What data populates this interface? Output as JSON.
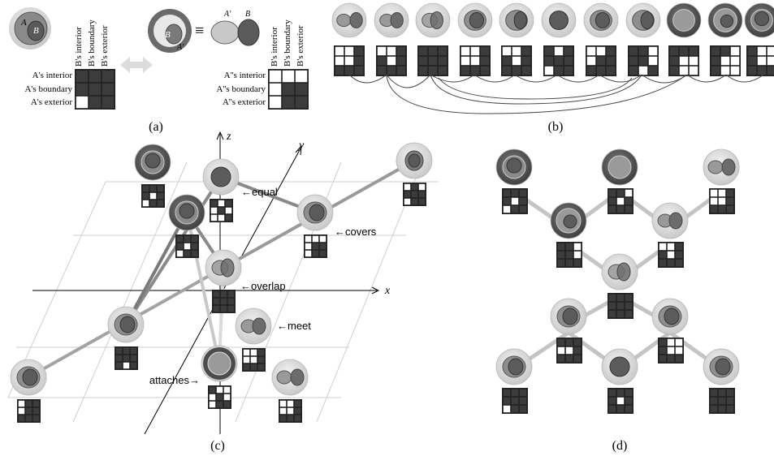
{
  "panels": {
    "a": {
      "caption": "(a)",
      "region_a_label": "A",
      "region_b_label": "B",
      "complement_label": "A'",
      "complement_label_top": "A'",
      "equiv_symbol": "≡",
      "left_columns": [
        "B's interior",
        "B's boundary",
        "B's exterior"
      ],
      "left_rows": [
        "A's interior",
        "A's boundary",
        "A's exterior"
      ],
      "right_columns": [
        "B's interior",
        "B's boundary",
        "B's exterior"
      ],
      "right_rows": [
        "A''s interior",
        "A''s boundary",
        "A''s exterior"
      ]
    },
    "b": {
      "caption": "(b)"
    },
    "c": {
      "caption": "(c)",
      "axis_x": "x",
      "axis_y": "y",
      "axis_z": "z",
      "label_equal": "←equal",
      "label_covers": "←covers",
      "label_overlap": "←overlap",
      "label_meet": "←meet",
      "label_attaches": "attaches→"
    },
    "d": {
      "caption": "(d)"
    }
  },
  "colors": {
    "halo": "#d4d4d4",
    "dark": "#454545",
    "mid": "#7f7f7f",
    "light": "#a8a8a8",
    "line": "#9a9a9a"
  }
}
